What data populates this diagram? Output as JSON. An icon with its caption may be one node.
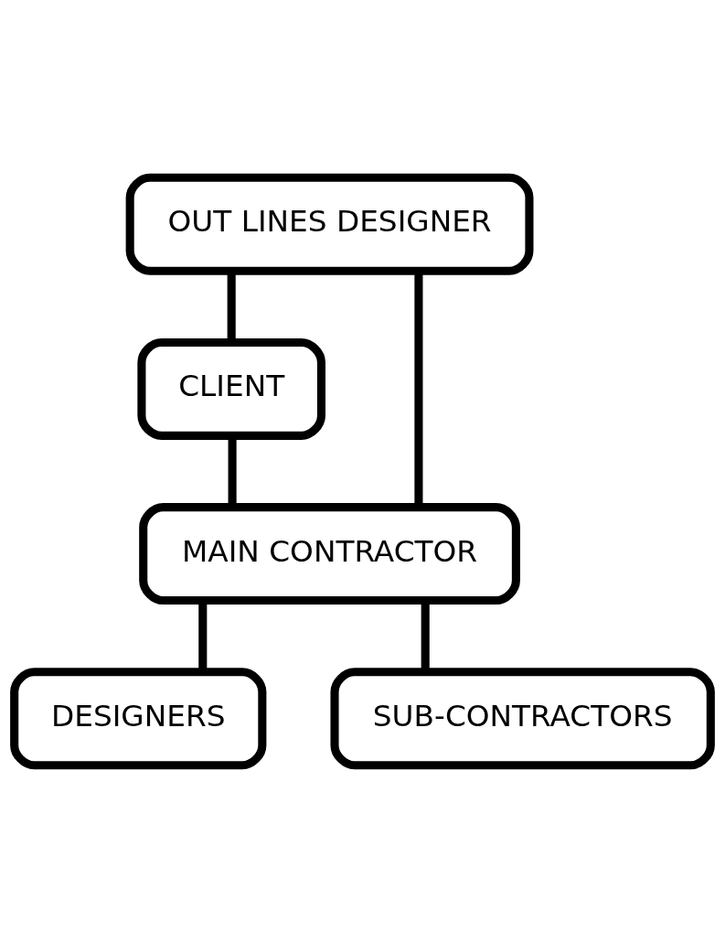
{
  "diagram": {
    "nodes": [
      {
        "text": [
          "CLIENT"
        ]
      },
      {
        "text": [
          "OUT LINES DESIGNER"
        ]
      },
      {
        "text": [
          "MAIN CONTRACTOR"
        ]
      },
      {
        "text": [
          "DESIGNERS"
        ]
      },
      {
        "text": [
          "SUB-CONTRACTORS"
        ]
      }
    ],
    "edges": [
      {
        "from": 0,
        "to": 2,
        "arrow": "none"
      },
      {
        "from": 1,
        "to": 0,
        "arrow": "none"
      },
      {
        "from": 1,
        "to": 2,
        "arrow": "none"
      },
      {
        "from": 2,
        "to": 3,
        "arrow": "none"
      },
      {
        "from": 2,
        "to": 4,
        "arrow": "none"
      }
    ]
  }
}
